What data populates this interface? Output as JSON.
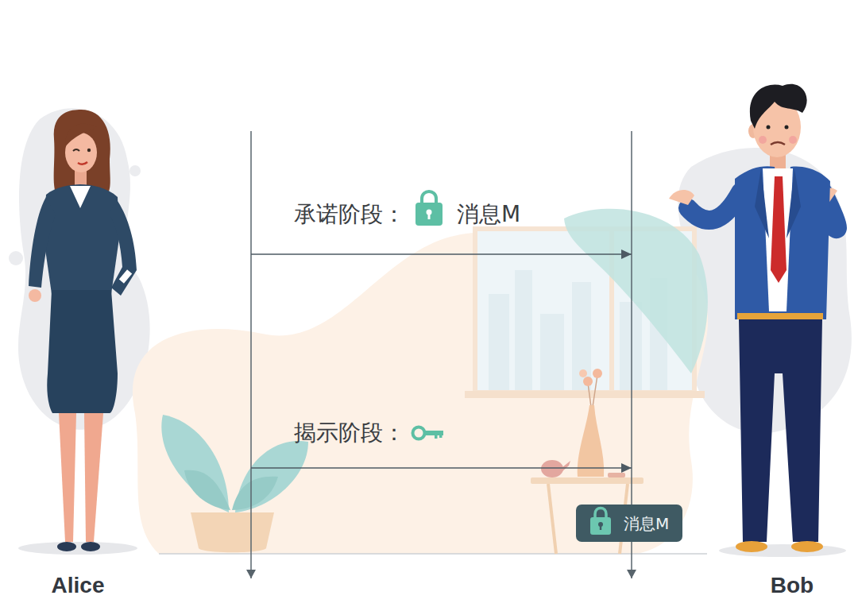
{
  "diagram": {
    "nodes": [
      {
        "text": [
          "Alice"
        ]
      },
      {
        "text": [
          "Bob"
        ]
      },
      {
        "text": [
          "消息M"
        ]
      }
    ],
    "edges": [
      {
        "from": 0,
        "to": 1,
        "arrow": "to",
        "label": "承诺阶段："
      },
      {
        "from": 0,
        "to": 1,
        "arrow": "to",
        "label": "揭示阶段："
      }
    ],
    "labels": [
      "消息M"
    ]
  }
}
